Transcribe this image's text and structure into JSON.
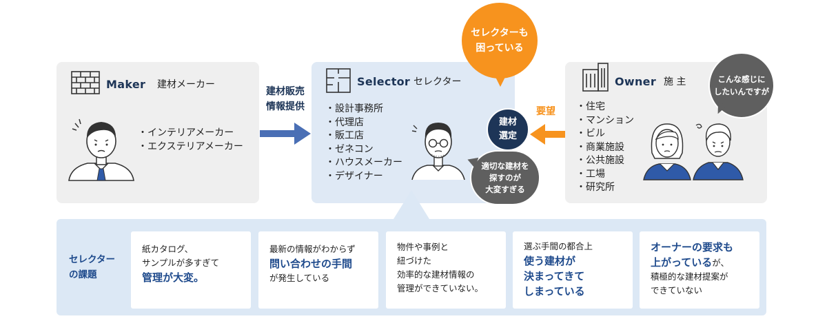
{
  "maker": {
    "title": "Maker",
    "subtitle": "建材メーカー",
    "items": [
      "インテリアメーカー",
      "エクステリアメーカー"
    ]
  },
  "selector": {
    "title": "Selector",
    "subtitle": "セレクター",
    "items": [
      "設計事務所",
      "代理店",
      "販工店",
      "ゼネコン",
      "ハウスメーカー",
      "デザイナー"
    ]
  },
  "owner": {
    "title": "Owner",
    "subtitle": "施 主",
    "items": [
      "住宅",
      "マンション",
      "ビル",
      "商業施設",
      "公共施設",
      "工場",
      "研究所"
    ]
  },
  "arrows": {
    "maker_to_selector_line1": "建材販売",
    "maker_to_selector_line2": "情報提供",
    "owner_to_selector": "要望"
  },
  "bubbles": {
    "selector_trouble_line1": "セレクターも",
    "selector_trouble_line2": "困っている",
    "selection_line1": "建材",
    "selection_line2": "選定",
    "hard_line1": "適切な建材を",
    "hard_line2": "探すのが",
    "hard_line3": "大変すぎる",
    "owner_speech_line1": "こんな感じに",
    "owner_speech_line2": "したいんですが"
  },
  "challenges": {
    "label_line1": "セレクター",
    "label_line2": "の課題",
    "cards": [
      {
        "l1": "紙カタログ、",
        "l2": "サンプルが多すぎて",
        "hl": "管理が大変。"
      },
      {
        "l1": "最新の情報がわからず",
        "hl": "問い合わせの手間",
        "l3": "が発生している"
      },
      {
        "l1": "物件や事例と",
        "l2": "紐づけた",
        "l3": "効率的な建材情報の",
        "l4": "管理ができていない。"
      },
      {
        "l1": "選ぶ手間の都合上",
        "hl1": "使う建材が",
        "hl2": "決まってきて",
        "hl3": "しまっている"
      },
      {
        "hl1": "オーナーの要求も",
        "hl2": "上がっている",
        "l2": "が、",
        "l3": "積極的な建材提案が",
        "l4": "できていない"
      }
    ]
  },
  "colors": {
    "navy": "#1d3557",
    "orange": "#f7931e",
    "arrow_blue": "#4a6fb5",
    "dark_gray": "#5f5f5f",
    "tie_blue": "#2f5aa8",
    "highlight_blue": "#1e4a8c"
  }
}
